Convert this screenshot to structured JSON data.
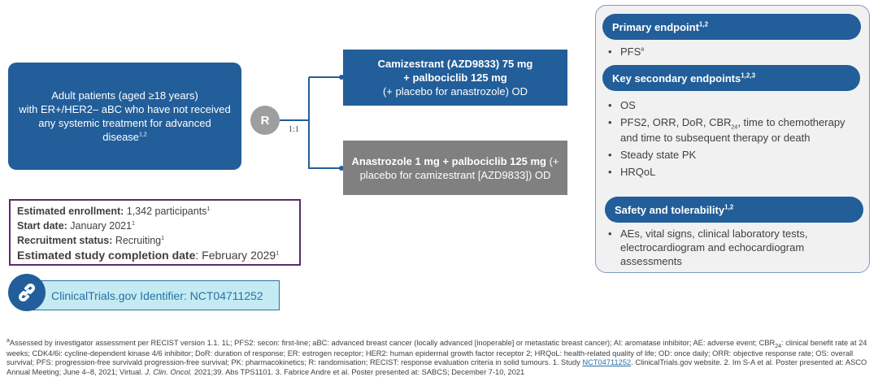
{
  "patients": {
    "line1": "Adult patients (aged ≥18 years)",
    "line2": "with ER+/HER2– aBC who have not received",
    "line3": "any systemic treatment for advanced",
    "line4": "disease",
    "ref": "1,2"
  },
  "randomisation": {
    "label": "R",
    "ratio": "1:1"
  },
  "arms": [
    {
      "line1": "Camizestrant (AZD9833) 75 mg",
      "line2": "+ palbociclib 125 mg",
      "line3": "(+ placebo for anastrozole) OD",
      "color": "#225e99"
    },
    {
      "bold": "Anastrozole 1 mg + palbociclib 125 mg",
      "rest1": " (+",
      "rest2": "placebo for camizestrant [AZD9833]) OD",
      "color": "#808080"
    }
  ],
  "study_info": [
    {
      "label": "Estimated enrollment:",
      "value": " 1,342 participants",
      "ref": "1"
    },
    {
      "label": "Start date:",
      "value": " January 2021",
      "ref": "1"
    },
    {
      "label": "Recruitment status:",
      "value": " Recruiting",
      "ref": "1"
    },
    {
      "label": "Estimated study completion date",
      "value": ": February 2029",
      "ref": "1"
    }
  ],
  "identifier": {
    "icon": "link-icon",
    "text": "ClinicalTrials.gov Identifier: NCT04711252"
  },
  "endpoints": {
    "primary": {
      "title": "Primary endpoint",
      "ref": "1,2",
      "items": [
        {
          "text": "PFS",
          "sup": "a"
        }
      ]
    },
    "secondary": {
      "title": "Key secondary endpoints",
      "ref": "1,2,3",
      "items": [
        "OS",
        "PFS2, ORR, DoR, CBR",
        "24",
        ", time to chemotherapy and time to subsequent therapy or death",
        "Steady state PK",
        "HRQoL"
      ]
    },
    "safety": {
      "title": "Safety and tolerability",
      "ref": "1,2",
      "items": [
        "AEs, vital signs, clinical laboratory tests, electrocardiogram and echocardiogram assessments"
      ]
    }
  },
  "footnote": {
    "a": "a",
    "p1": "Assessed by investigator assessment per RECIST version 1.1. 1L; PFS2: secon: first-line; aBC: advanced breast cancer (locally advanced [inoperable] or metastatic breast cancer); AI: aromatase inhibitor; AE: adverse event; CBR",
    "sub": "24",
    "p2": ": clinical benefit rate at 24 weeks; CDK4/6i: cycline-dependent kinase 4/6 inhibitor; DoR: duration of response; ER: estrogen receptor; HER2: human epidermal growth factor receptor 2; HRQoL: health-related quality of life; OD: once daily; ORR: objective response rate; OS: overall survival; PFS: progression-free survivald progression-free survival; PK: pharmacokinetics; R: randomisation; RECIST: response evaluation criteria in solid tumours. 1. Study ",
    "link": "NCT04711252",
    "p3": ". ClinicalTrials.gov website. 2. Im S-A et al. Poster presented at: ASCO Annual Meeting; June 4–8, 2021; Virtual. ",
    "journal": "J. Clin. Oncol.",
    "p4": " 2021;39. Abs TPS1101. 3. Fabrice Andre et al. Poster presented at: SABCS; December 7-10, 2021"
  }
}
